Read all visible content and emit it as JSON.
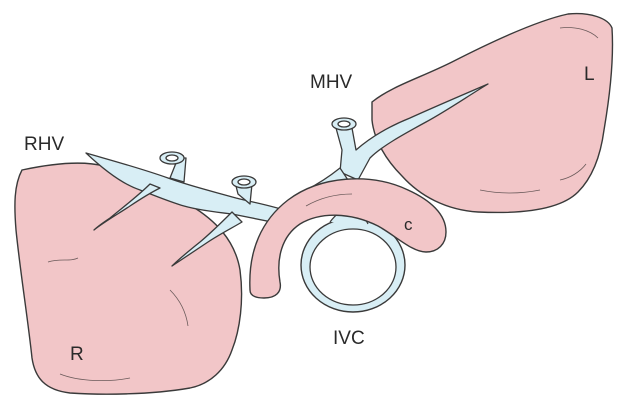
{
  "labels": {
    "rhv": "RHV",
    "mhv": "MHV",
    "ivc": "IVC",
    "right_lobe": "R",
    "left_lobe": "L",
    "caudate": "c"
  },
  "colors": {
    "liver": "#f2c6c8",
    "vessel": "#d8eef5",
    "outline": "#3a3a3a",
    "background": "#ffffff"
  }
}
